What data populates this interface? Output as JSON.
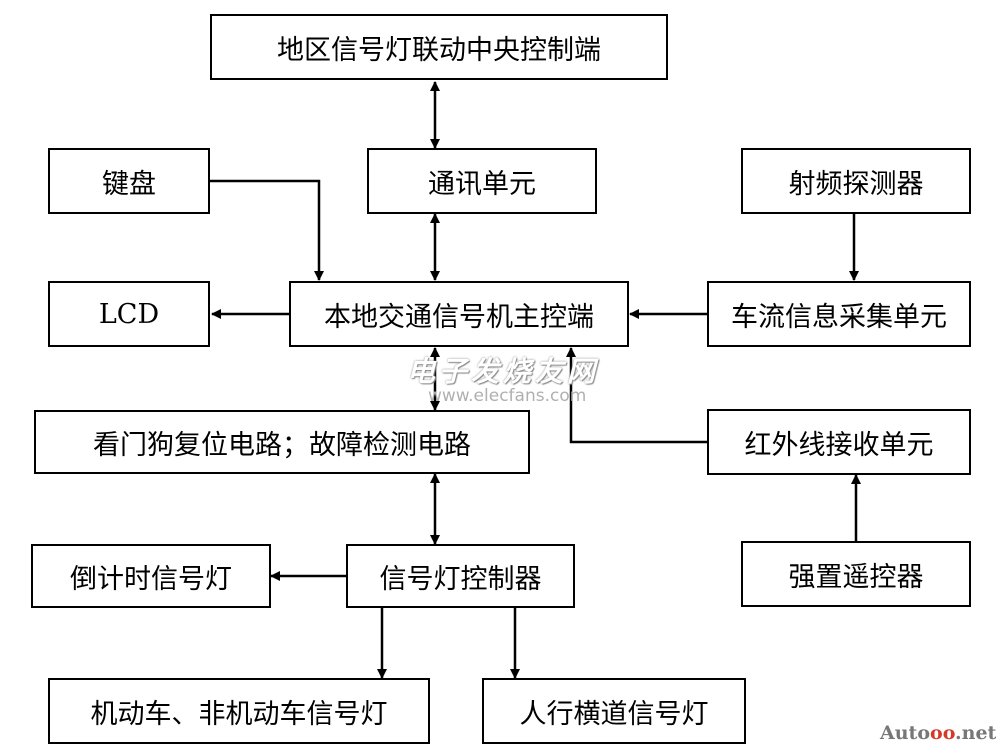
{
  "nodes": {
    "central_control": "地区信号灯联动中央控制端",
    "comm_unit": "通讯单元",
    "keyboard": "键盘",
    "rf_detector": "射频探测器",
    "lcd": "LCD",
    "local_master": "本地交通信号机主控端",
    "traffic_collect": "车流信息采集单元",
    "watchdog": "看门狗复位电路；故障检测电路",
    "ir_receiver": "红外线接收单元",
    "countdown_light": "倒计时信号灯",
    "signal_controller": "信号灯控制器",
    "remote_control": "强置遥控器",
    "vehicle_lights": "机动车、非机动车信号灯",
    "crosswalk_lights": "人行横道信号灯"
  },
  "watermarks": {
    "cn_site": "电子发烧友网",
    "en_site": "www.elecfans.com",
    "brand_prefix": "Auto",
    "brand_highlight": "oo",
    "brand_suffix": ".net"
  },
  "colors": {
    "line": "#000000",
    "box_border": "#000000",
    "watermark_red": "#d43a2a"
  }
}
